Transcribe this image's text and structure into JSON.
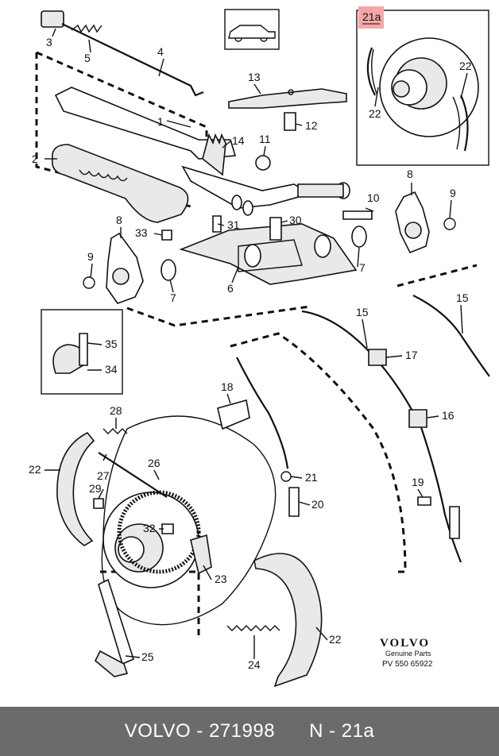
{
  "header_highlight": {
    "label": "21a",
    "color": "#f5a7a7"
  },
  "callouts": [
    {
      "id": "3",
      "label": "3"
    },
    {
      "id": "5",
      "label": "5"
    },
    {
      "id": "4",
      "label": "4"
    },
    {
      "id": "1",
      "label": "1"
    },
    {
      "id": "2",
      "label": "2"
    },
    {
      "id": "13",
      "label": "13"
    },
    {
      "id": "12",
      "label": "12"
    },
    {
      "id": "14",
      "label": "14"
    },
    {
      "id": "11",
      "label": "11"
    },
    {
      "id": "22a",
      "label": "22"
    },
    {
      "id": "22b",
      "label": "22"
    },
    {
      "id": "8a",
      "label": "8"
    },
    {
      "id": "9a",
      "label": "9"
    },
    {
      "id": "10",
      "label": "10"
    },
    {
      "id": "31",
      "label": "31"
    },
    {
      "id": "30",
      "label": "30"
    },
    {
      "id": "8b",
      "label": "8"
    },
    {
      "id": "33",
      "label": "33"
    },
    {
      "id": "9b",
      "label": "9"
    },
    {
      "id": "7a",
      "label": "7"
    },
    {
      "id": "6",
      "label": "6"
    },
    {
      "id": "7b",
      "label": "7"
    },
    {
      "id": "15a",
      "label": "15"
    },
    {
      "id": "15b",
      "label": "15"
    },
    {
      "id": "35",
      "label": "35"
    },
    {
      "id": "34",
      "label": "34"
    },
    {
      "id": "17",
      "label": "17"
    },
    {
      "id": "18",
      "label": "18"
    },
    {
      "id": "28",
      "label": "28"
    },
    {
      "id": "16",
      "label": "16"
    },
    {
      "id": "22c",
      "label": "22"
    },
    {
      "id": "26",
      "label": "26"
    },
    {
      "id": "27",
      "label": "27"
    },
    {
      "id": "21",
      "label": "21"
    },
    {
      "id": "29",
      "label": "29"
    },
    {
      "id": "19",
      "label": "19"
    },
    {
      "id": "20",
      "label": "20"
    },
    {
      "id": "32",
      "label": "32"
    },
    {
      "id": "23",
      "label": "23"
    },
    {
      "id": "22d",
      "label": "22"
    },
    {
      "id": "25",
      "label": "25"
    },
    {
      "id": "24",
      "label": "24"
    }
  ],
  "brand": {
    "name": "VOLVO",
    "genuine": "Genuine Parts",
    "pv": "PV 550 65922"
  },
  "footer": {
    "make": "VOLVO",
    "sep": " - ",
    "part_no": "271998",
    "gap": "      ",
    "position": "N - 21a"
  }
}
